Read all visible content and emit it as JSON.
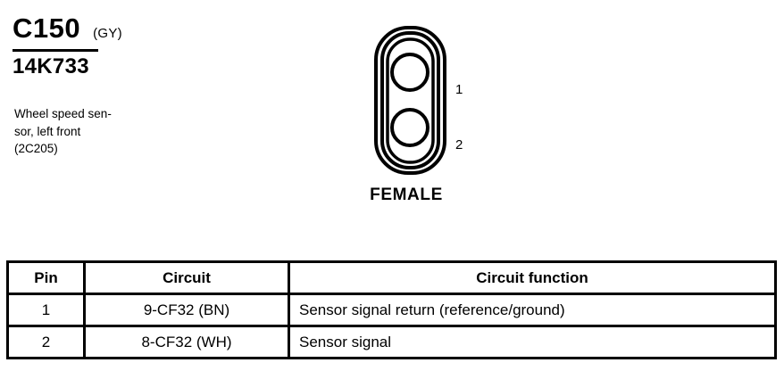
{
  "connector": {
    "id": "C150",
    "color_code": "(GY)",
    "part_number": "14K733",
    "description_lines": [
      "Wheel speed sen-",
      "sor, left front",
      "(2C205)"
    ],
    "gender_label": "FEMALE",
    "cavity_labels": [
      "1",
      "2"
    ],
    "ink_color": "#000000",
    "background_color": "#ffffff"
  },
  "table": {
    "headers": [
      "Pin",
      "Circuit",
      "Circuit function"
    ],
    "rows": [
      {
        "pin": "1",
        "circuit": "9-CF32 (BN)",
        "function": "Sensor signal return (reference/ground)"
      },
      {
        "pin": "2",
        "circuit": "8-CF32 (WH)",
        "function": "Sensor signal"
      }
    ]
  }
}
